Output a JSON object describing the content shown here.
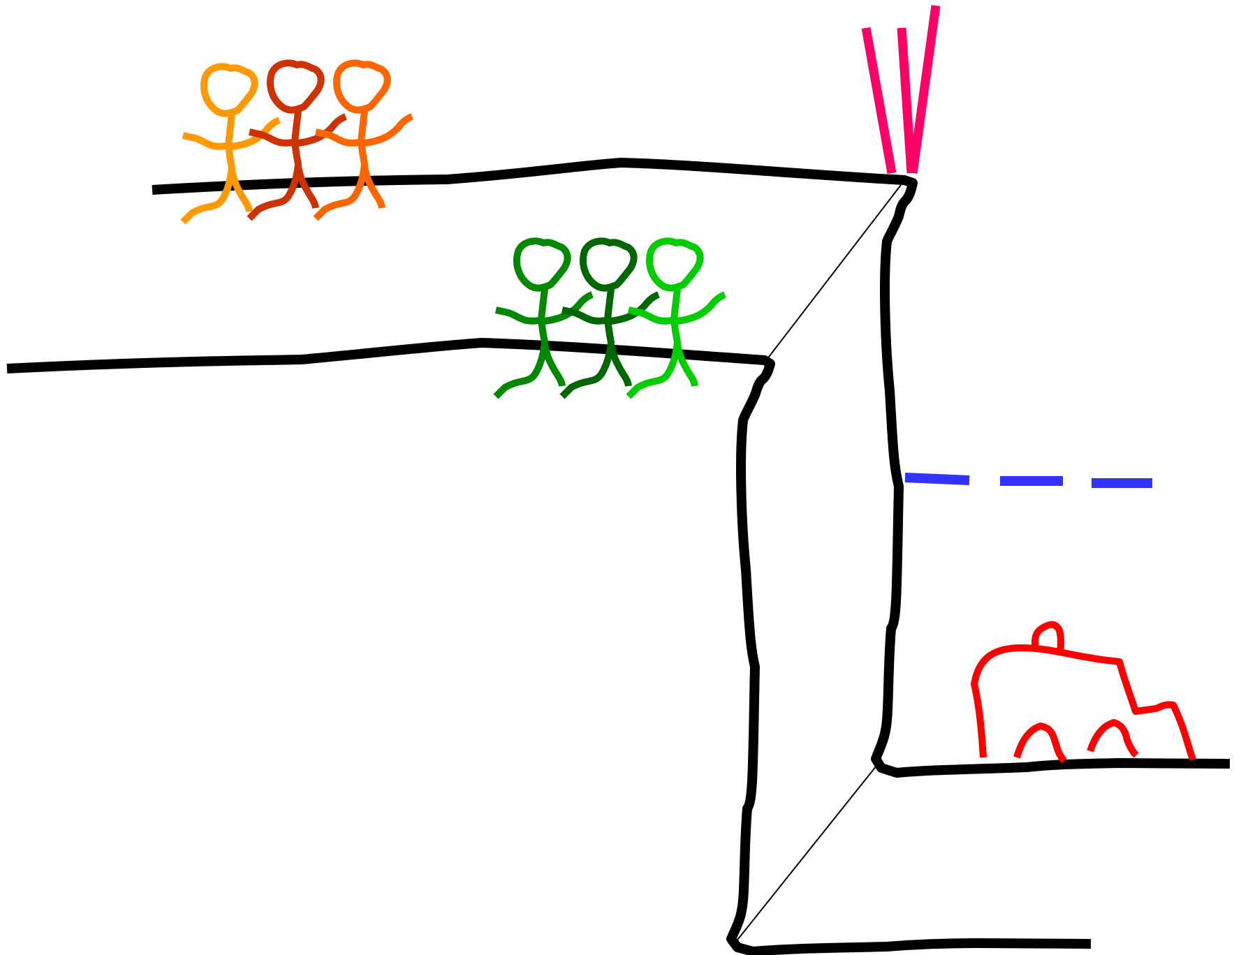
{
  "drawing": {
    "background_color": "#ffffff",
    "ink_color": "#000000",
    "shapes": [
      "upper-cliff-outline",
      "lower-cliff-outline",
      "perspective-lines",
      "orange-stick-figures",
      "green-stick-figures",
      "pink-falling-lines",
      "blue-dashed-line",
      "red-vehicle"
    ],
    "colors": {
      "orange_figures": [
        "#ff9900",
        "#cc3300",
        "#ff6600"
      ],
      "green_figures": [
        "#008800",
        "#006600",
        "#00cc00"
      ],
      "pink_lines": "#ff0066",
      "blue_dashes": "#3333ff",
      "red_vehicle": "#ff0000"
    }
  }
}
